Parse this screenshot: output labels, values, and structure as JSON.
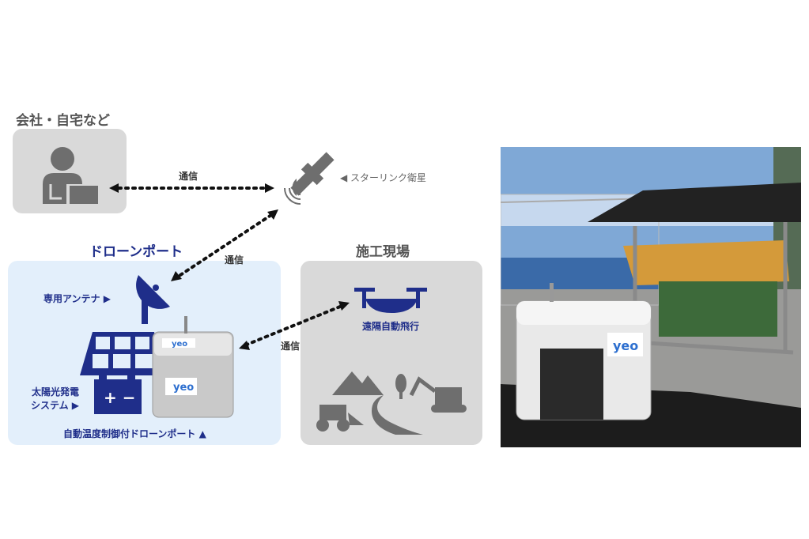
{
  "office": {
    "title": "会社・自宅など"
  },
  "satellite": {
    "label": "◀ スターリンク衛星"
  },
  "links": {
    "office_satellite": "通信",
    "satellite_port": "通信",
    "port_drone": "通信"
  },
  "drone_port": {
    "title": "ドローンポート",
    "antenna_label": "専用アンテナ ▶",
    "solar_label_1": "太陽光発電",
    "solar_label_2": "システム ▶",
    "port_label": "自動温度制御付ドローンポート ▲",
    "brand": "yeo"
  },
  "site": {
    "title": "施工現場",
    "drone_label": "遠隔自動飛行"
  },
  "colors": {
    "navy": "#1f2e8a",
    "gray": "#6e6e6e",
    "light_blue": "#e3effb",
    "box_gray": "#d9d9d9"
  }
}
